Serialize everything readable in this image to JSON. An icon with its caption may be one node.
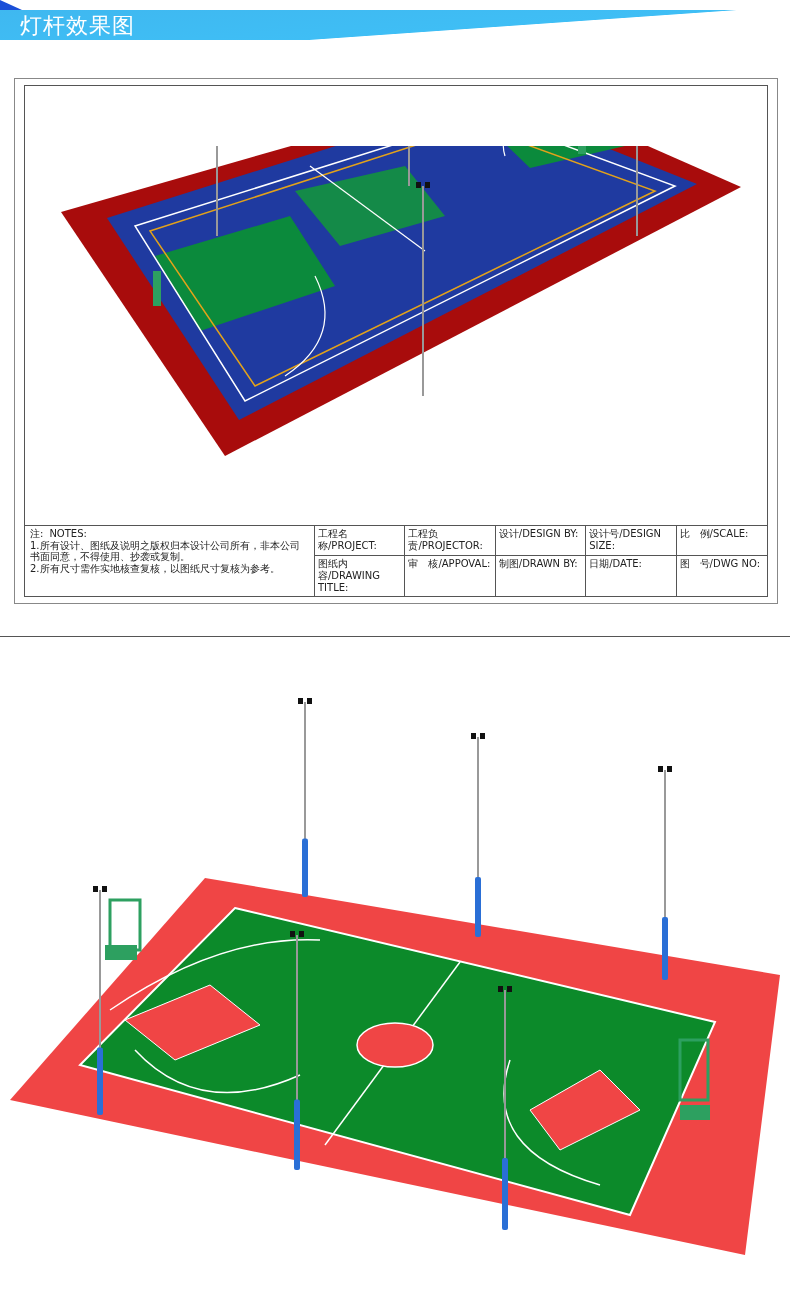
{
  "diagram": {
    "title": "灯杆效果图",
    "labels": [
      "注:",
      "NOTES:",
      "1.所有设计、图纸及说明之版权归本设计公司所有，非本公司书面同意，不得使用、抄袭或复制。",
      "2.所有尺寸需作实地核查复核，以图纸尺寸复核为参考。",
      "工程名称/PROJECT:",
      "工程负责/PROJECTOR:",
      "设计/DESIGN BY:",
      "设计号/DESIGN SIZE:",
      "比　例/SCALE:",
      "图纸内容/DRAWING TITLE:",
      "审　核/APPOVAL:",
      "制图/DRAWN BY:",
      "日期/DATE:",
      "图　号/DWG NO:"
    ]
  }
}
